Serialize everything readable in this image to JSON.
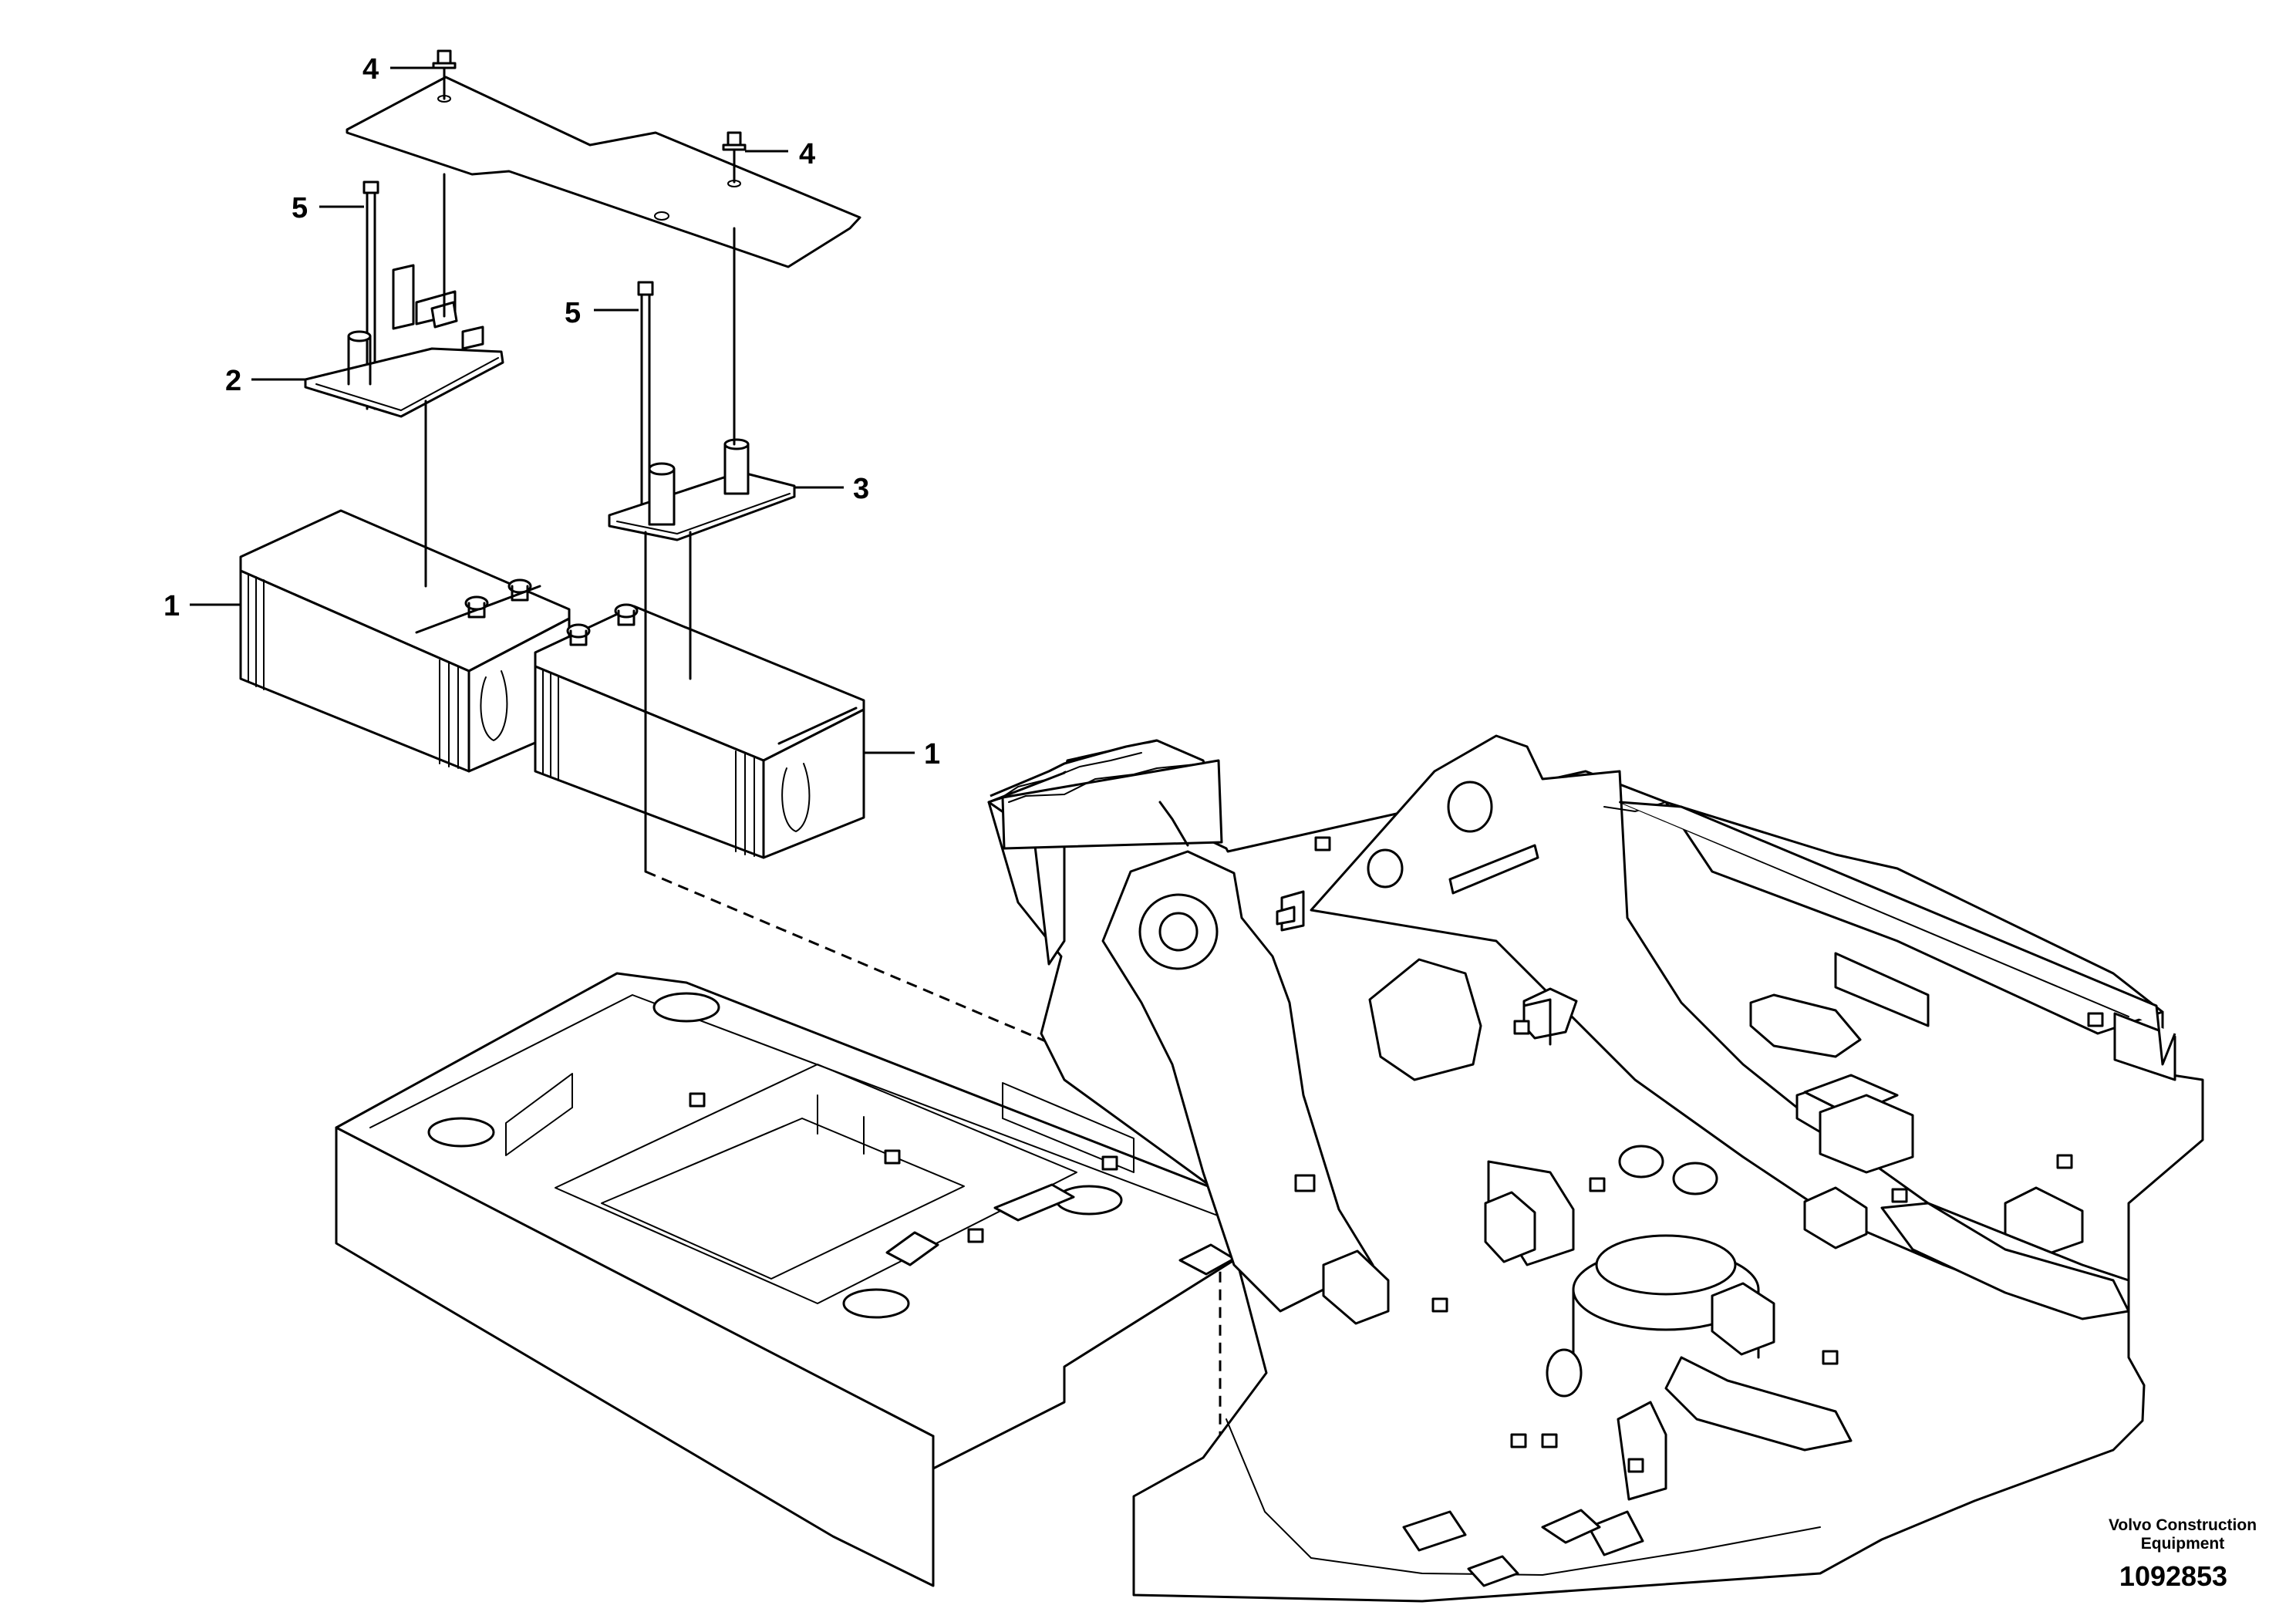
{
  "callouts": {
    "c4_top": "4",
    "c4_right": "4",
    "c5_left": "5",
    "c5_mid": "5",
    "c2": "2",
    "c3": "3",
    "c1_left": "1",
    "c1_right": "1"
  },
  "footer": {
    "maker_line1": "Volvo Construction",
    "maker_line2": "Equipment",
    "drawing_number": "1092853"
  }
}
